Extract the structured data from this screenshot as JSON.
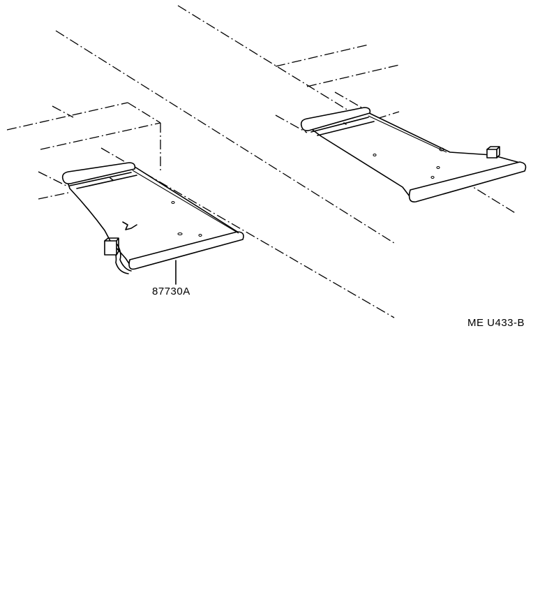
{
  "callouts": {
    "part_number": "87730A",
    "drawing_code": "ME U433-B"
  },
  "parts": [
    {
      "name": "seat-heater-left",
      "callout": "87730A"
    },
    {
      "name": "seat-heater-right",
      "callout": ""
    }
  ]
}
